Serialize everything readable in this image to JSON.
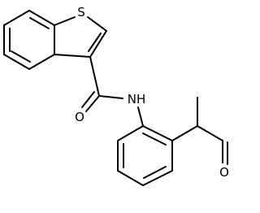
{
  "molecule": {
    "atom_labels": {
      "sulfur": "S",
      "amide_nitrogen": "NH",
      "amide_oxygen": "O",
      "ketone_oxygen": "O"
    }
  }
}
